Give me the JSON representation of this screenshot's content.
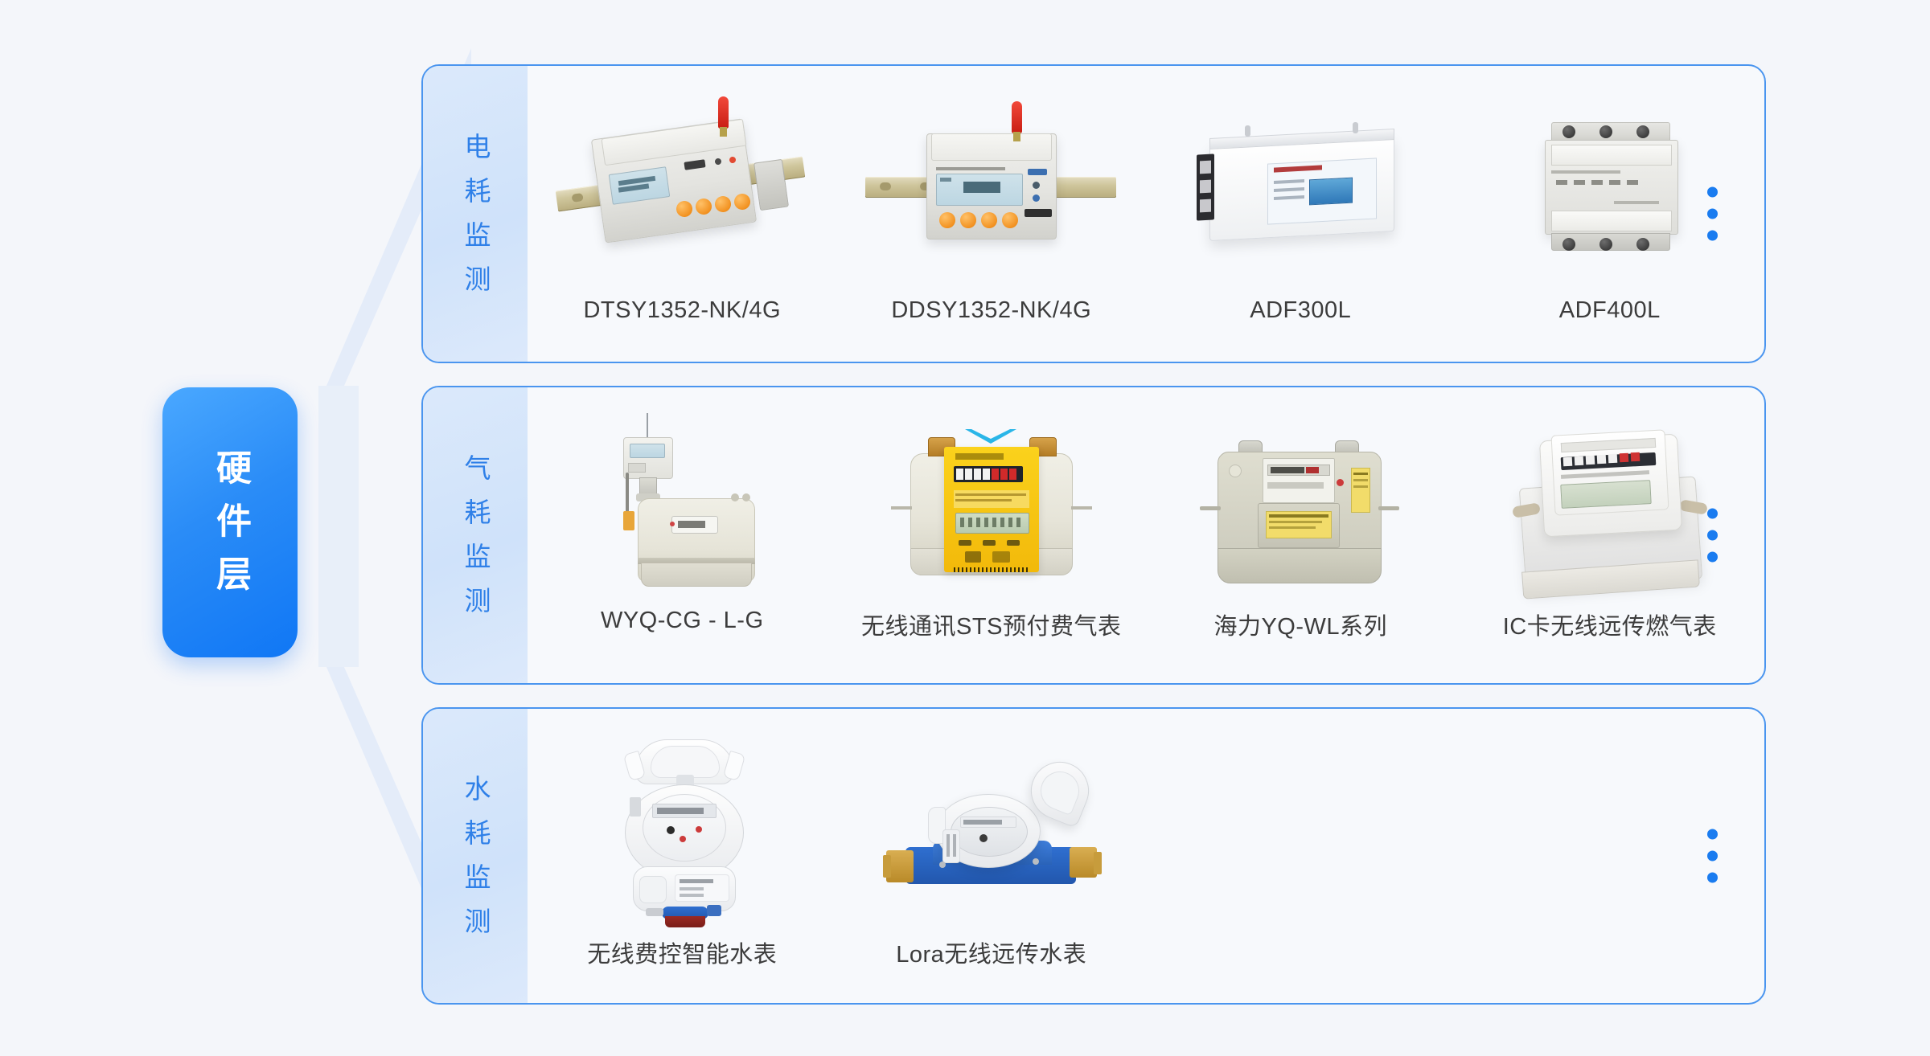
{
  "diagram": {
    "title_badge": "硬件层",
    "more_indicator": "more-dots"
  },
  "categories": [
    {
      "name": "电耗监测",
      "products": [
        {
          "label": "DTSY1352-NK/4G",
          "icon": "din-rail-three-phase-meter-icon"
        },
        {
          "label": "DDSY1352-NK/4G",
          "icon": "din-rail-single-phase-meter-icon"
        },
        {
          "label": "ADF300L",
          "icon": "metering-cabinet-icon"
        },
        {
          "label": "ADF400L",
          "icon": "din-module-meter-icon"
        }
      ]
    },
    {
      "name": "气耗监测",
      "products": [
        {
          "label": "WYQ-CG - L-G",
          "icon": "diaphragm-gas-meter-icon"
        },
        {
          "label": "无线通讯STS预付费气表",
          "icon": "yellow-sts-gas-meter-icon"
        },
        {
          "label": "海力YQ-WL系列",
          "icon": "gray-gas-meter-icon"
        },
        {
          "label": "IC卡无线远传燃气表",
          "icon": "ic-card-gas-meter-icon"
        }
      ]
    },
    {
      "name": "水耗监测",
      "products": [
        {
          "label": "无线费控智能水表",
          "icon": "smart-water-meter-icon"
        },
        {
          "label": "Lora无线远传水表",
          "icon": "lora-water-meter-icon"
        }
      ]
    }
  ],
  "colors": {
    "accent": "#1a7cf0",
    "badge_gradient_start": "#4aa8ff",
    "badge_gradient_end": "#1077f5",
    "card_border": "#4a95ef",
    "card_head_bg": "#d6e6fb",
    "head_text": "#2f80e8",
    "caption_text": "#3c3c3c",
    "page_bg": "#f4f6fa"
  }
}
